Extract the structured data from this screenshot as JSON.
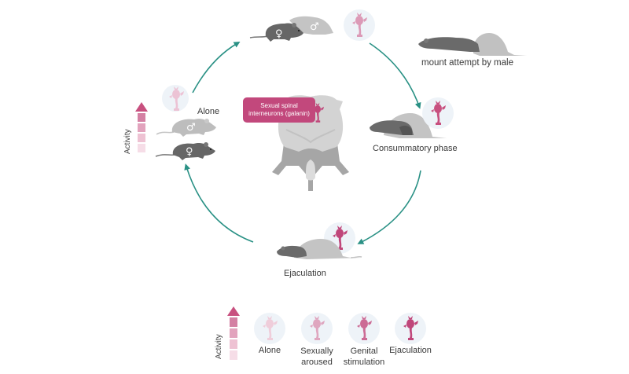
{
  "colors": {
    "arrow": "#2a9185",
    "neuron": "#c0467a",
    "callout_bg": "#c2487c",
    "icon_circle": "#eef3f8",
    "mouse_dark": "#666666",
    "mouse_light": "#bdbdbd",
    "spinal_light": "#d3d3d3",
    "spinal_dark": "#a6a6a6",
    "activity_levels": [
      "#f6dde7",
      "#eec2d3",
      "#e2a3bd",
      "#d480a3"
    ],
    "activity_arrow": "#c8507f"
  },
  "cycle": {
    "stages": [
      {
        "id": "alone",
        "label": "Alone",
        "neuron_activity": 0.15
      },
      {
        "id": "sexually-aroused",
        "label": "",
        "neuron_activity": 0.4
      },
      {
        "id": "mount",
        "label": "mount attempt by male",
        "neuron_activity": null
      },
      {
        "id": "consummatory",
        "label": "Consummatory phase",
        "neuron_activity": 0.85
      },
      {
        "id": "ejaculation",
        "label": "Ejaculation",
        "neuron_activity": 1.0
      }
    ],
    "symbols": {
      "male": "♂",
      "female": "♀"
    }
  },
  "center": {
    "callout": "Sexual spinal interneurons (galanin)"
  },
  "activity_scale": {
    "label": "Activity",
    "levels": 4
  },
  "legend": {
    "activity_label": "Activity",
    "items": [
      {
        "label_line1": "Alone",
        "label_line2": "",
        "neuron_activity": 0.2
      },
      {
        "label_line1": "Sexually",
        "label_line2": "aroused",
        "neuron_activity": 0.45
      },
      {
        "label_line1": "Genital",
        "label_line2": "stimulation",
        "neuron_activity": 0.8
      },
      {
        "label_line1": "Ejaculation",
        "label_line2": "",
        "neuron_activity": 1.0
      }
    ]
  }
}
